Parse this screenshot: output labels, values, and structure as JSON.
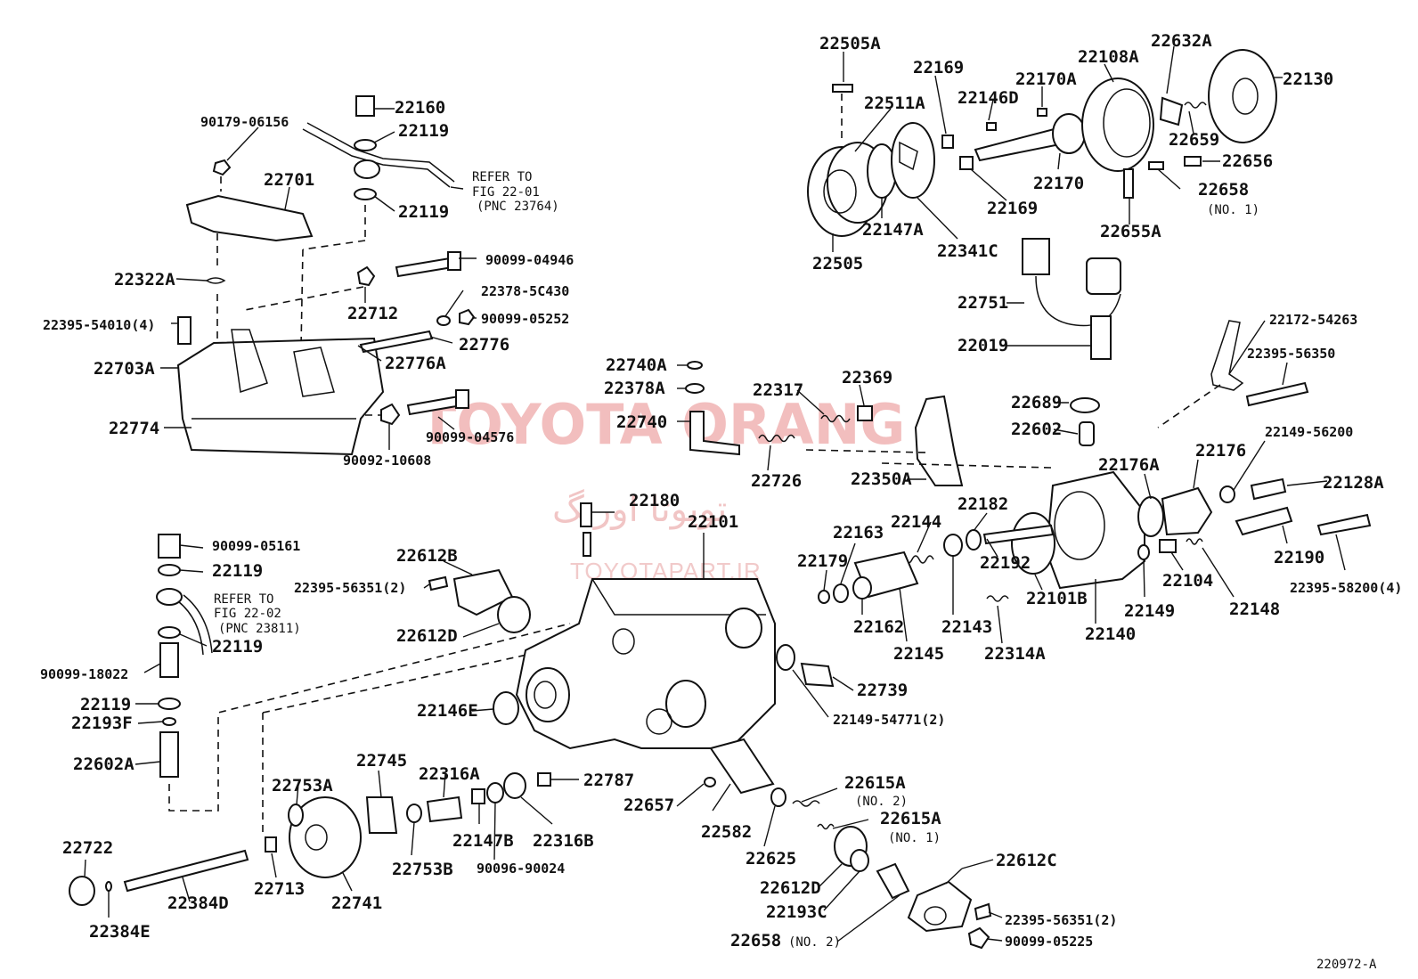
{
  "figure_code": "220972-A",
  "watermark": {
    "brand": "TOYOTA ORANG",
    "persian": "تویوتا اورنگ",
    "url": "TOYOTAPART.IR"
  },
  "references": [
    {
      "line1": "REFER TO",
      "line2": "FIG 22-01",
      "line3": "(PNC 23764)"
    },
    {
      "line1": "REFER TO",
      "line2": "FIG 22-02",
      "line3": "(PNC 23811)"
    }
  ],
  "notes": {
    "no2_a": "(NO. 2)",
    "no1_a": "(NO. 1)",
    "no1_b": "(NO. 1)",
    "no2_b": "(NO. 2)"
  },
  "parts": {
    "p22505A": "22505A",
    "p22511A": "22511A",
    "p22169a": "22169",
    "p22146D": "22146D",
    "p22170A": "22170A",
    "p22108A": "22108A",
    "p22632A": "22632A",
    "p22130": "22130",
    "p22659": "22659",
    "p22656": "22656",
    "p22658": "22658",
    "p22655A": "22655A",
    "p22169b": "22169",
    "p22170": "22170",
    "p22147A": "22147A",
    "p22341C": "22341C",
    "p22505": "22505",
    "p22751": "22751",
    "p22019": "22019",
    "p22160": "22160",
    "p22119a": "22119",
    "p22119b": "22119",
    "p90179_06156": "90179-06156",
    "p22701": "22701",
    "p22322A": "22322A",
    "p90099_04946": "90099-04946",
    "p22712": "22712",
    "p22378_5C430": "22378-5C430",
    "p90099_05252": "90099-05252",
    "p22395_54010": "22395-54010(4)",
    "p22776": "22776",
    "p22776A": "22776A",
    "p22703A": "22703A",
    "p22774": "22774",
    "p90092_10608": "90092-10608",
    "p90099_04576": "90099-04576",
    "p22740A": "22740A",
    "p22378A": "22378A",
    "p22740": "22740",
    "p22317": "22317",
    "p22369": "22369",
    "p22726": "22726",
    "p22350A": "22350A",
    "p22172_54263": "22172-54263",
    "p22395_56350": "22395-56350",
    "p22689": "22689",
    "p22602": "22602",
    "p22149_56200": "22149-56200",
    "p22176": "22176",
    "p22176A": "22176A",
    "p22128A": "22128A",
    "p22182": "22182",
    "p22144": "22144",
    "p22163": "22163",
    "p22179": "22179",
    "p22192": "22192",
    "p22101B": "22101B",
    "p22140": "22140",
    "p22149": "22149",
    "p22104": "22104",
    "p22190": "22190",
    "p22148": "22148",
    "p22395_58200": "22395-58200(4)",
    "p22162": "22162",
    "p22145": "22145",
    "p22143": "22143",
    "p22314A": "22314A",
    "p22180": "22180",
    "p22101": "22101",
    "p22612B": "22612B",
    "p22395_56351a": "22395-56351(2)",
    "p22612D_a": "22612D",
    "p90099_05161": "90099-05161",
    "p22119c": "22119",
    "p22119d": "22119",
    "p90099_18022": "90099-18022",
    "p22119e": "22119",
    "p22193F": "22193F",
    "p22602A": "22602A",
    "p22146E": "22146E",
    "p22739": "22739",
    "p22149_54771": "22149-54771(2)",
    "p22745": "22745",
    "p22753A": "22753A",
    "p22316A": "22316A",
    "p22787": "22787",
    "p22657": "22657",
    "p22615A_a": "22615A",
    "p22615A_b": "22615A",
    "p22147B": "22147B",
    "p22316B": "22316B",
    "p22582": "22582",
    "p22625": "22625",
    "p22722": "22722",
    "p22713": "22713",
    "p22753B": "22753B",
    "p90096_90024": "90096-90024",
    "p22612C": "22612C",
    "p22612D_b": "22612D",
    "p22193C": "22193C",
    "p22395_56351b": "22395-56351(2)",
    "p90099_05225": "90099-05225",
    "p22658_b": "22658",
    "p22384D": "22384D",
    "p22741": "22741",
    "p22384E": "22384E"
  }
}
